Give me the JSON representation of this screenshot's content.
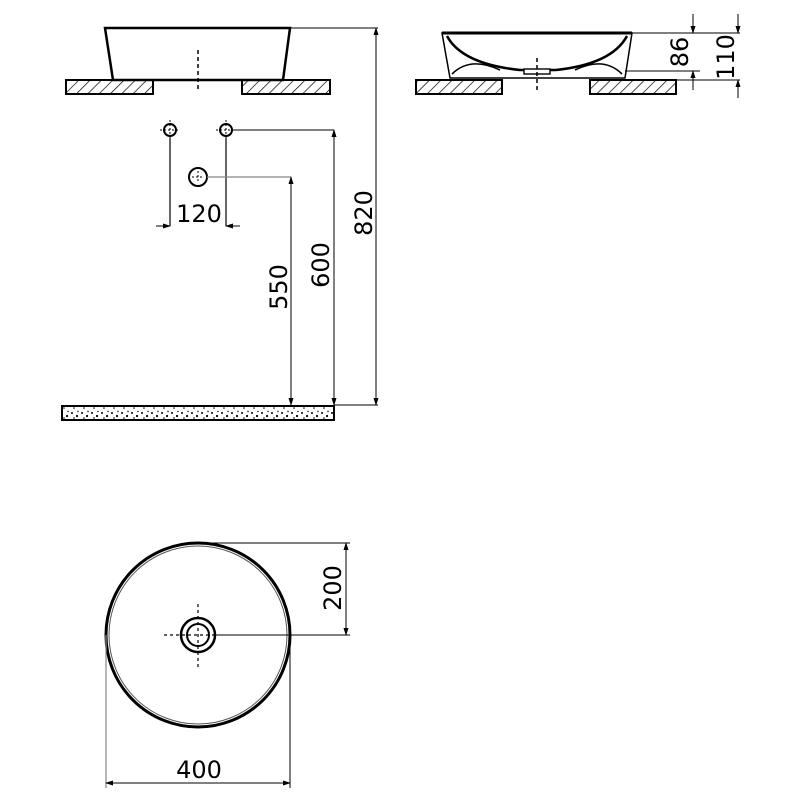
{
  "drawing": {
    "type": "washbasin technical drawing",
    "units": "mm",
    "views": [
      "front-elevation",
      "side-section",
      "wall-outlet-layout",
      "top-plan"
    ]
  },
  "dimensions": {
    "tap_spacing": "120",
    "waste_height": "550",
    "tap_height": "600",
    "basin_top_height": "820",
    "bowl_depth": "86",
    "basin_height": "110",
    "radius_offset": "200",
    "diameter": "400"
  },
  "colors": {
    "line": "#000000",
    "dim_line": "#000000",
    "hatch": "#000000",
    "background": "#ffffff"
  }
}
